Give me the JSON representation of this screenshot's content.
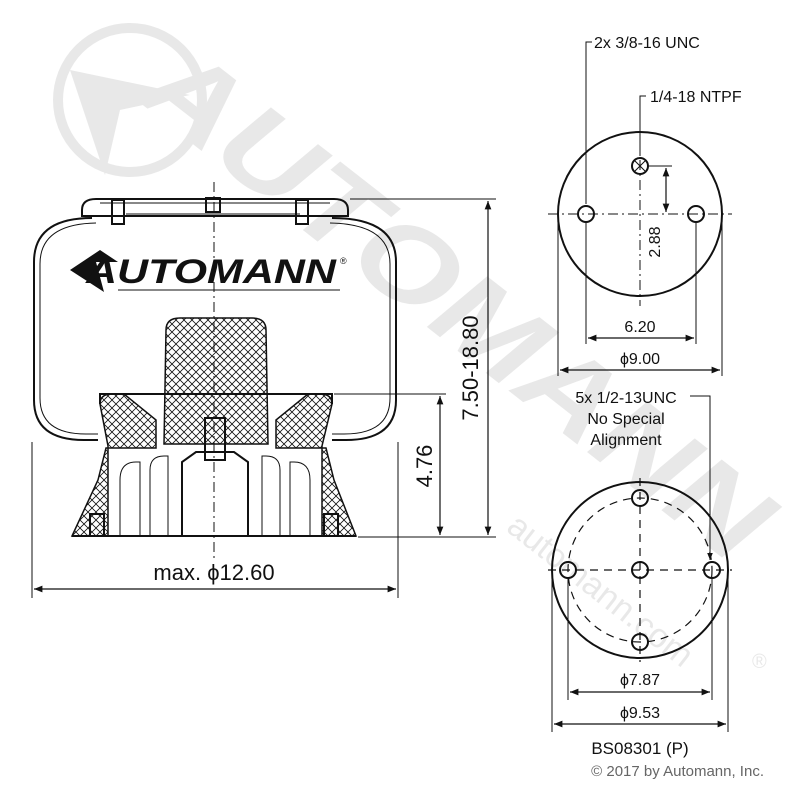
{
  "watermark": {
    "brand_text": "AUTOMANN",
    "url_text": "automann.com",
    "registered_mark": "®"
  },
  "side_view": {
    "logo_text": "AUTOMANN",
    "logo_registered": "®",
    "dim_height_range": "7.50-18.80",
    "dim_piston_height": "4.76",
    "dim_max_diameter": "max. ϕ12.60"
  },
  "top_view": {
    "callout_studs": "2x 3/8-16 UNC",
    "callout_port": "1/4-18 NTPF",
    "dim_vertical": "2.88",
    "dim_spacing": "6.20",
    "dim_diameter": "ϕ9.00"
  },
  "bottom_view": {
    "callout_line1": "5x 1/2-13UNC",
    "callout_line2": "No Special",
    "callout_line3": "Alignment",
    "dim_bolt_circle": "ϕ7.87",
    "dim_diameter": "ϕ9.53"
  },
  "part_number": "BS08301 (P)",
  "copyright": "© 2017 by Automann, Inc."
}
